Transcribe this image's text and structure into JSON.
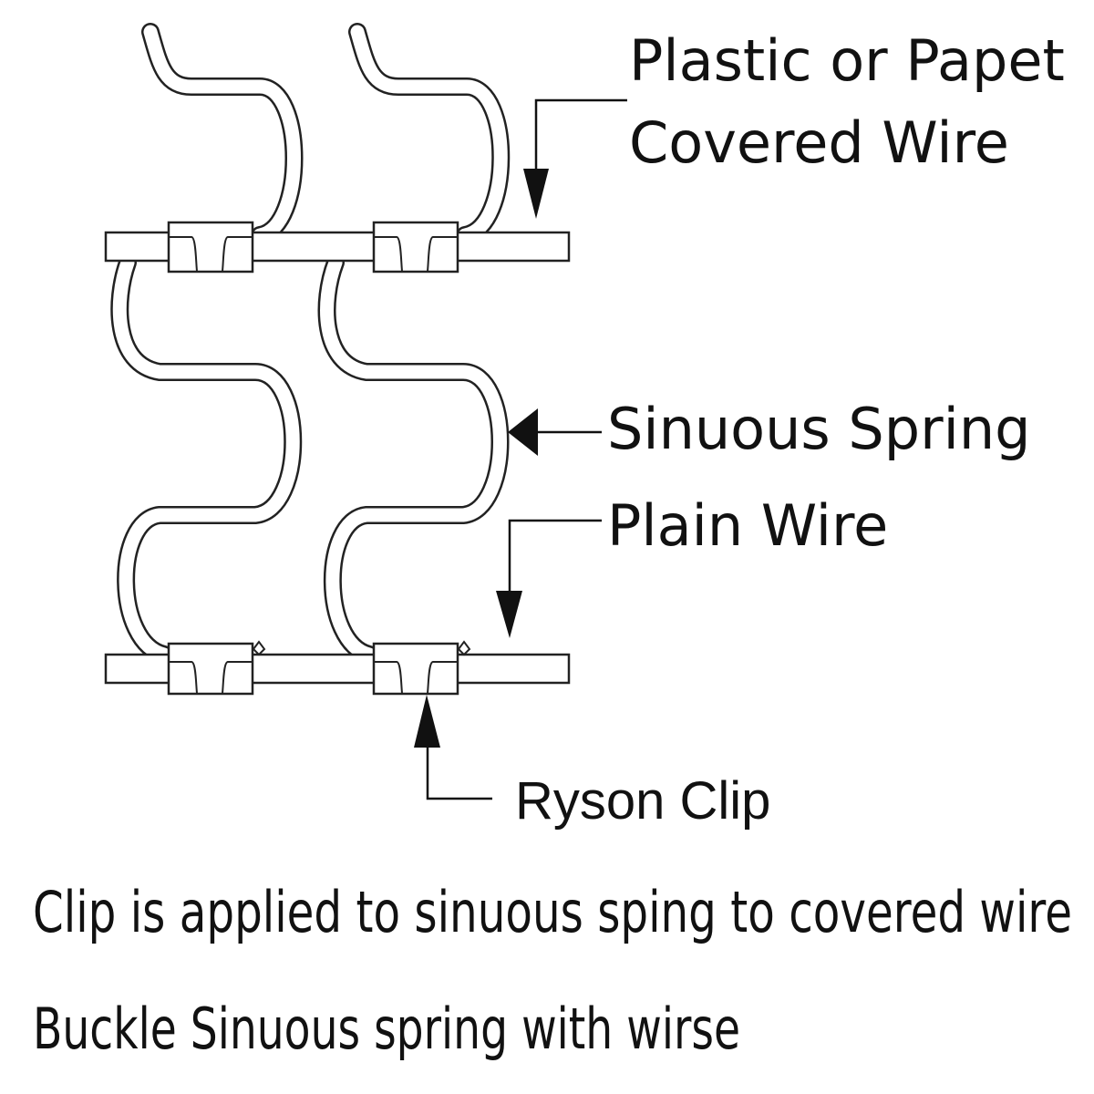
{
  "diagram": {
    "title": "Sinuous spring with Ryson clip",
    "labels": {
      "covered_wire_line1": "Plastic or Papet",
      "covered_wire_line2": "Covered Wire",
      "sinuous_spring": "Sinuous Spring",
      "plain_wire": "Plain Wire",
      "ryson_clip": "Ryson  Clip"
    },
    "captions": [
      "Clip is applied to sinuous sping to covered wire",
      "Buckle Sinuous spring with wirse"
    ],
    "components": {
      "springs": 2,
      "rods": [
        "covered-wire",
        "plain-wire"
      ],
      "clips_per_rod": 2
    },
    "colors": {
      "line": "#222222",
      "text": "#111111",
      "background": "#ffffff"
    }
  }
}
